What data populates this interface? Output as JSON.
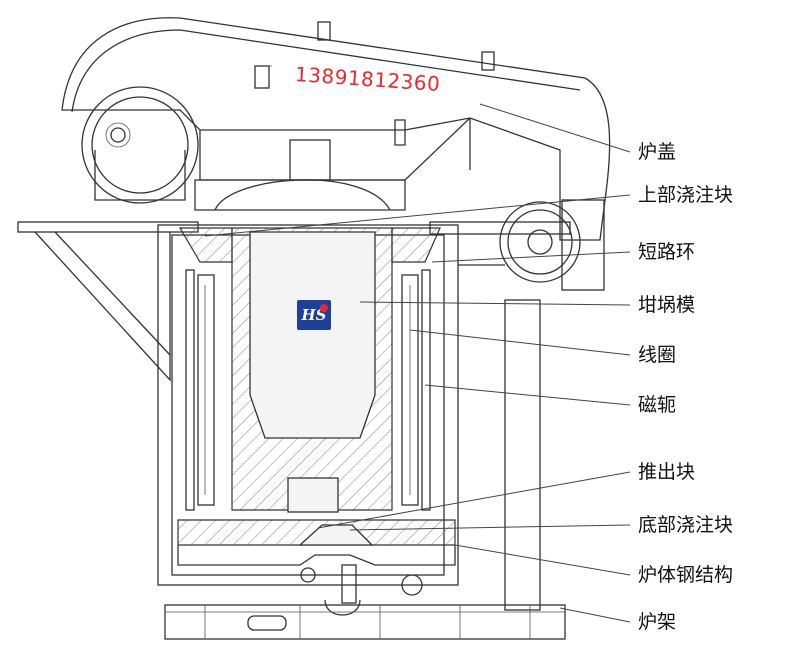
{
  "phone_number": "13891812360",
  "labels": {
    "furnace_cover": "炉盖",
    "upper_casting_block": "上部浇注块",
    "short_circuit_ring": "短路环",
    "crucible_mold": "坩埚模",
    "coil": "线圈",
    "magnetic_yoke": "磁轭",
    "ejector_block": "推出块",
    "bottom_casting_block": "底部浇注块",
    "furnace_body_steel_structure": "炉体钢结构",
    "furnace_frame": "炉架"
  },
  "logo": {
    "brand_color": "#1d3f9a",
    "accent_color": "#e8292c"
  }
}
